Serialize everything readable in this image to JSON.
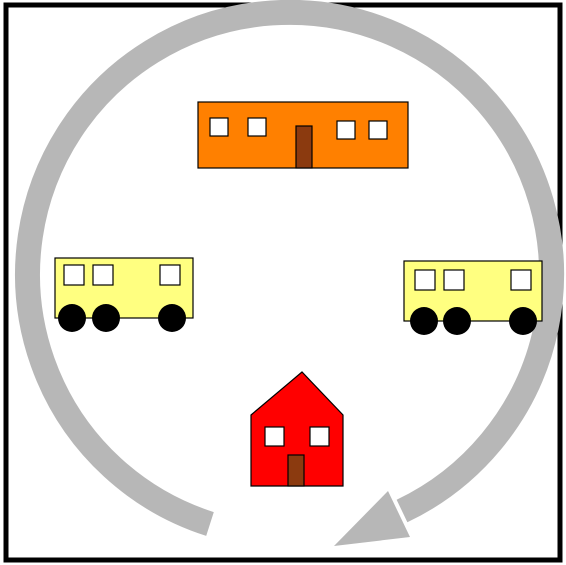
{
  "diagram": {
    "colors": {
      "frame": "#000000",
      "background": "#ffffff",
      "cycle_arrow": "#b7b7b7",
      "school_body": "#ff8000",
      "home_body": "#ff0000",
      "bus_body": "#ffff80",
      "window": "#ffffff",
      "door": "#8b3a0f",
      "wheel": "#000000",
      "outline": "#000000"
    },
    "elements": {
      "cycle_arrow": "clockwise-circular-arrow",
      "school": "orange-school-building",
      "bus_left": "yellow-bus",
      "bus_right": "yellow-bus",
      "home": "red-house"
    }
  }
}
